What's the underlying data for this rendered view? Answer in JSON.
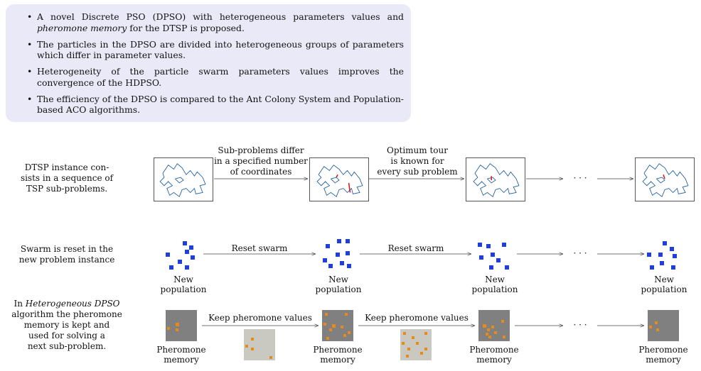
{
  "highlights": [
    {
      "pre": "A novel Discrete PSO (DPSO) with heterogeneous parameters values and ",
      "em": "pheromone memory",
      "post": " for the DTSP is proposed."
    },
    {
      "pre": "The particles in the DPSO are divided into heterogeneous groups of parameters which differ in parameter values.",
      "em": "",
      "post": ""
    },
    {
      "pre": "Heterogeneity of the particle swarm parameters values improves the convergence of the HDPSO.",
      "em": "",
      "post": ""
    },
    {
      "pre": "The efficiency of the DPSO is compared to the Ant Colony System and Population-based ACO algorithms.",
      "em": "",
      "post": ""
    }
  ],
  "rows": {
    "tsp": {
      "label_line1": "DTSP instance con-",
      "label_line2": "sists in a sequence of",
      "label_line3": "TSP sub-problems.",
      "arrow1_line1": "Sub-problems differ",
      "arrow1_line2": "in a specified number",
      "arrow1_line3": "of coordinates",
      "arrow2_line1": "Optimum tour",
      "arrow2_line2": "is known for",
      "arrow2_line3": "every sub problem",
      "ellipsis": "· · ·"
    },
    "swarm": {
      "label_line1": "Swarm is reset in the",
      "label_line2": "new problem instance",
      "arrow_label": "Reset swarm",
      "caption_line1": "New",
      "caption_line2": "population",
      "ellipsis": "· · ·"
    },
    "pheromone": {
      "label_pre": "In ",
      "label_em": "Heterogeneous DPSO",
      "label_line2": "algorithm the pheromone",
      "label_line3": "memory is kept and",
      "label_line4": "used for solving a",
      "label_line5": "next sub-problem.",
      "arrow_label": "Keep pheromone values",
      "caption_line1": "Pheromone",
      "caption_line2": "memory",
      "ellipsis": "· · ·"
    }
  },
  "colors": {
    "highlight_bg": "#e9e9f8",
    "tour": "#1f5fa0",
    "change": "#d11a1a",
    "particle": "#1f3fd6",
    "pheromone_dark": "#808080",
    "pheromone_light": "#c9c9c2",
    "pheromone_mark": "#e88a1a"
  }
}
